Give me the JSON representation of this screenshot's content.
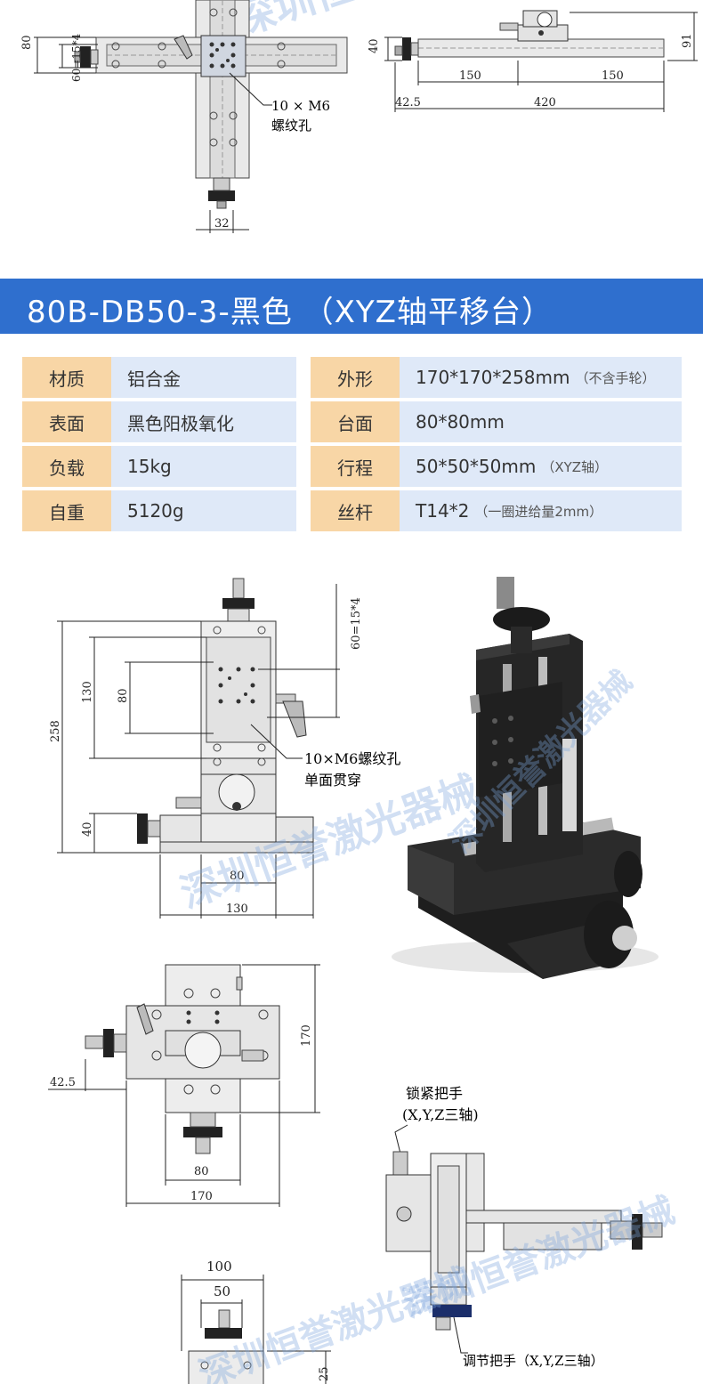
{
  "top_drawing": {
    "hole_note_line1": "10 × M6",
    "hole_note_line2": "螺纹孔",
    "dim_80": "80",
    "dim_60": "60=15*4",
    "dim_32": "32",
    "side_dim_40": "40",
    "side_dim_91": "91",
    "side_dim_150a": "150",
    "side_dim_150b": "150",
    "side_dim_42_5": "42.5",
    "side_dim_420": "420"
  },
  "banner": {
    "title": "80B-DB50-3-黑色 （XYZ轴平移台）"
  },
  "specs": {
    "left": [
      {
        "key": "材质",
        "value": "铝合金",
        "note": ""
      },
      {
        "key": "表面",
        "value": "黑色阳极氧化",
        "note": ""
      },
      {
        "key": "负载",
        "value": "15kg",
        "note": ""
      },
      {
        "key": "自重",
        "value": "5120g",
        "note": ""
      }
    ],
    "right": [
      {
        "key": "外形",
        "value": "170*170*258mm",
        "note": "（不含手轮）"
      },
      {
        "key": "台面",
        "value": "80*80mm",
        "note": ""
      },
      {
        "key": "行程",
        "value": "50*50*50mm",
        "note": "（XYZ轴）"
      },
      {
        "key": "丝杆",
        "value": "T14*2",
        "note": "（一圈进给量2mm）"
      }
    ]
  },
  "front_drawing": {
    "dim_258": "258",
    "dim_130v": "130",
    "dim_80v": "80",
    "dim_60": "60=15*4",
    "dim_40": "40",
    "dim_80h": "80",
    "dim_130h": "130",
    "note_line1": "10×M6螺纹孔",
    "note_line2": "单面贯穿"
  },
  "top_view_drawing": {
    "dim_170v": "170",
    "dim_42_5": "42.5",
    "dim_80": "80",
    "dim_170h": "170"
  },
  "side_view_drawing": {
    "dim_100": "100",
    "dim_50": "50",
    "dim_25": "25"
  },
  "callouts": {
    "lock_line1": "锁紧把手",
    "lock_line2": "(X,Y,Z三轴)",
    "adjust": "调节把手（X,Y,Z三轴）"
  },
  "watermark": "深圳恒誉激光器械",
  "colors": {
    "banner": "#2f6fce",
    "spec_key_bg": "#f8d6a6",
    "spec_value_bg": "#dfe9f8"
  }
}
